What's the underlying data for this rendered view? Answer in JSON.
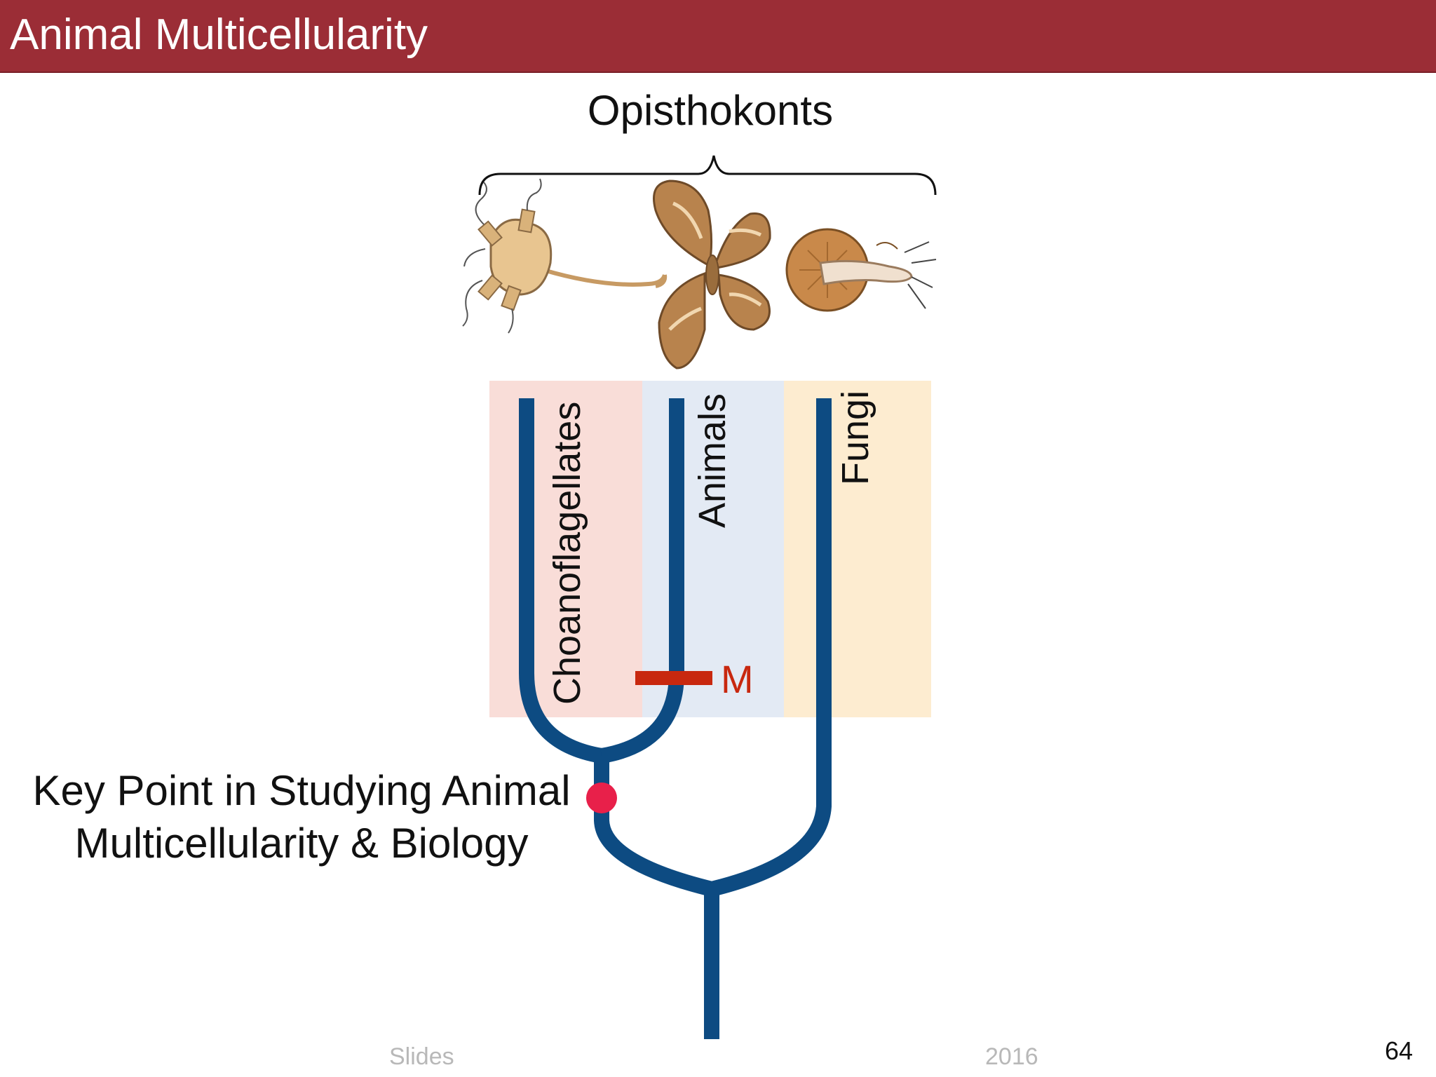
{
  "slide": {
    "title": "Animal Multicellularity",
    "number": "64",
    "footer_left": "Slides",
    "footer_right": "2016"
  },
  "diagram": {
    "group_label": "Opisthokonts",
    "clades": [
      {
        "name": "Choanoflagellates",
        "color": "#f9ddd8"
      },
      {
        "name": "Animals",
        "color": "#e3eaf4"
      },
      {
        "name": "Fungi",
        "color": "#fdecd0"
      }
    ],
    "marker_label": "M",
    "branch_color": "#0d4b82",
    "marker_color": "#c8280f",
    "node_color": "#e8204a",
    "key_point": {
      "line1": "Key Point in Studying Animal",
      "line2": "Multicellularity & Biology"
    }
  }
}
